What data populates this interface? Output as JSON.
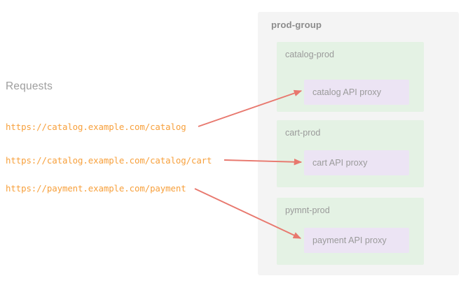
{
  "requests": {
    "heading": "Requests",
    "urls": [
      "https://catalog.example.com/catalog",
      "https://catalog.example.com/catalog/cart",
      "https://payment.example.com/payment"
    ],
    "text_color": "#f7a03c",
    "heading_color": "#9e9e9e"
  },
  "group": {
    "title": "prod-group",
    "panel_color": "#f4f4f4",
    "title_color": "#8c8c8c",
    "services": [
      {
        "label": "catalog-prod",
        "proxy": "catalog API proxy",
        "box_color": "#e4f2e4",
        "proxy_color": "#ece4f4"
      },
      {
        "label": "cart-prod",
        "proxy": "cart API proxy",
        "box_color": "#e4f2e4",
        "proxy_color": "#ece4f4"
      },
      {
        "label": "pymnt-prod",
        "proxy": "payment API proxy",
        "box_color": "#e4f2e4",
        "proxy_color": "#ece4f4"
      }
    ]
  },
  "arrows": {
    "color": "#e8786e",
    "connections": [
      {
        "from": "https://catalog.example.com/catalog",
        "to": "catalog API proxy"
      },
      {
        "from": "https://catalog.example.com/catalog/cart",
        "to": "cart API proxy"
      },
      {
        "from": "https://payment.example.com/payment",
        "to": "payment API proxy"
      }
    ]
  }
}
